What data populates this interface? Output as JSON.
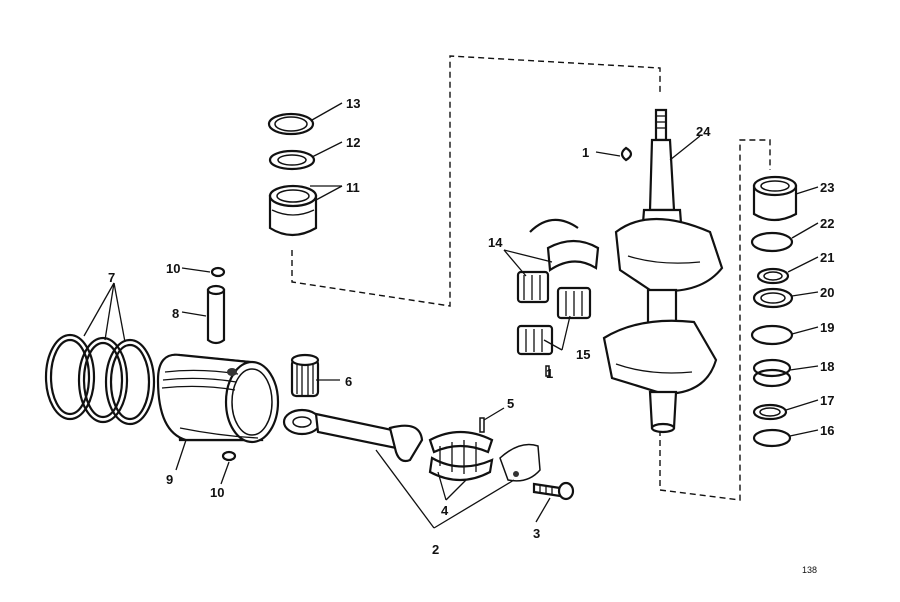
{
  "figure": {
    "number": "138",
    "callouts": {
      "c1a": "1",
      "c1b": "1",
      "c2": "2",
      "c3": "3",
      "c4": "4",
      "c5": "5",
      "c6": "6",
      "c7": "7",
      "c8": "8",
      "c9": "9",
      "c10a": "10",
      "c10b": "10",
      "c11": "11",
      "c12": "12",
      "c13": "13",
      "c14": "14",
      "c15": "15",
      "c16": "16",
      "c17": "17",
      "c18": "18",
      "c19": "19",
      "c20": "20",
      "c21": "21",
      "c22": "22",
      "c23": "23",
      "c24": "24"
    }
  }
}
